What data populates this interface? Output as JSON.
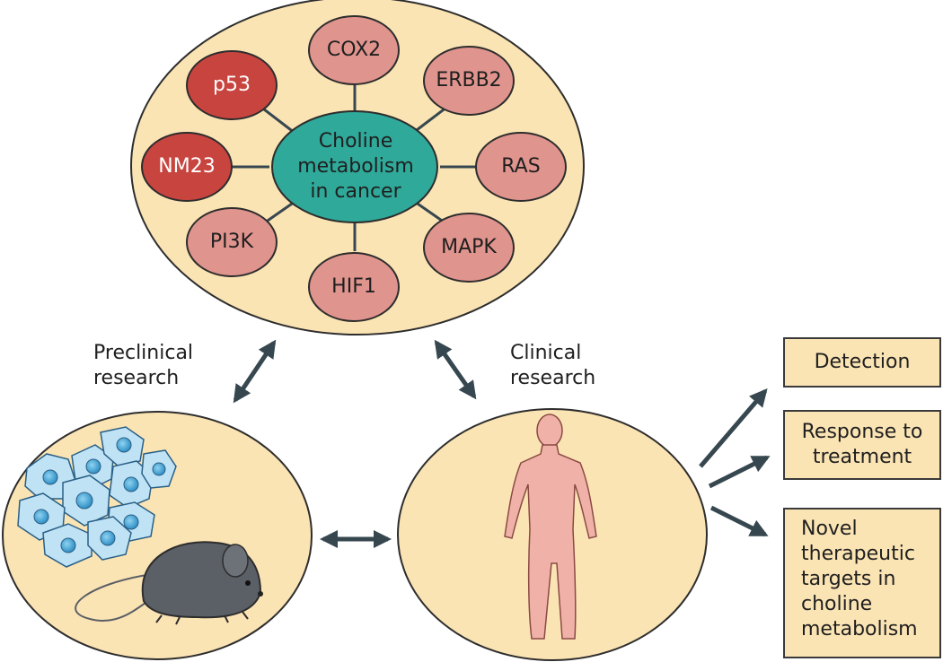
{
  "center": {
    "line1": "Choline",
    "line2": "metabolism",
    "line3": "in cancer"
  },
  "nodes": {
    "cox2": "COX2",
    "erbb2": "ERBB2",
    "ras": "RAS",
    "mapk": "MAPK",
    "hif1": "HIF1",
    "pi3k": "PI3K",
    "nm23": "NM23",
    "p53": "p53"
  },
  "labels": {
    "preclinical_line1": "Preclinical",
    "preclinical_line2": "research",
    "clinical_line1": "Clinical",
    "clinical_line2": "research"
  },
  "outcomes": {
    "detection": "Detection",
    "response_line1": "Response to",
    "response_line2": "treatment",
    "novel_lines": [
      "Novel",
      "therapeutic",
      "targets in",
      "choline",
      "metabolism"
    ]
  },
  "colors": {
    "outer_fill": "#fbe4b4",
    "center_fill": "#2fa99a",
    "node_fill": "#e0948e",
    "node_dark_fill": "#c8443f",
    "arrow": "#37474f",
    "cell_fill": "#bfe3f5",
    "mouse_fill": "#5b5f66",
    "human_fill": "#f0b2a8"
  }
}
